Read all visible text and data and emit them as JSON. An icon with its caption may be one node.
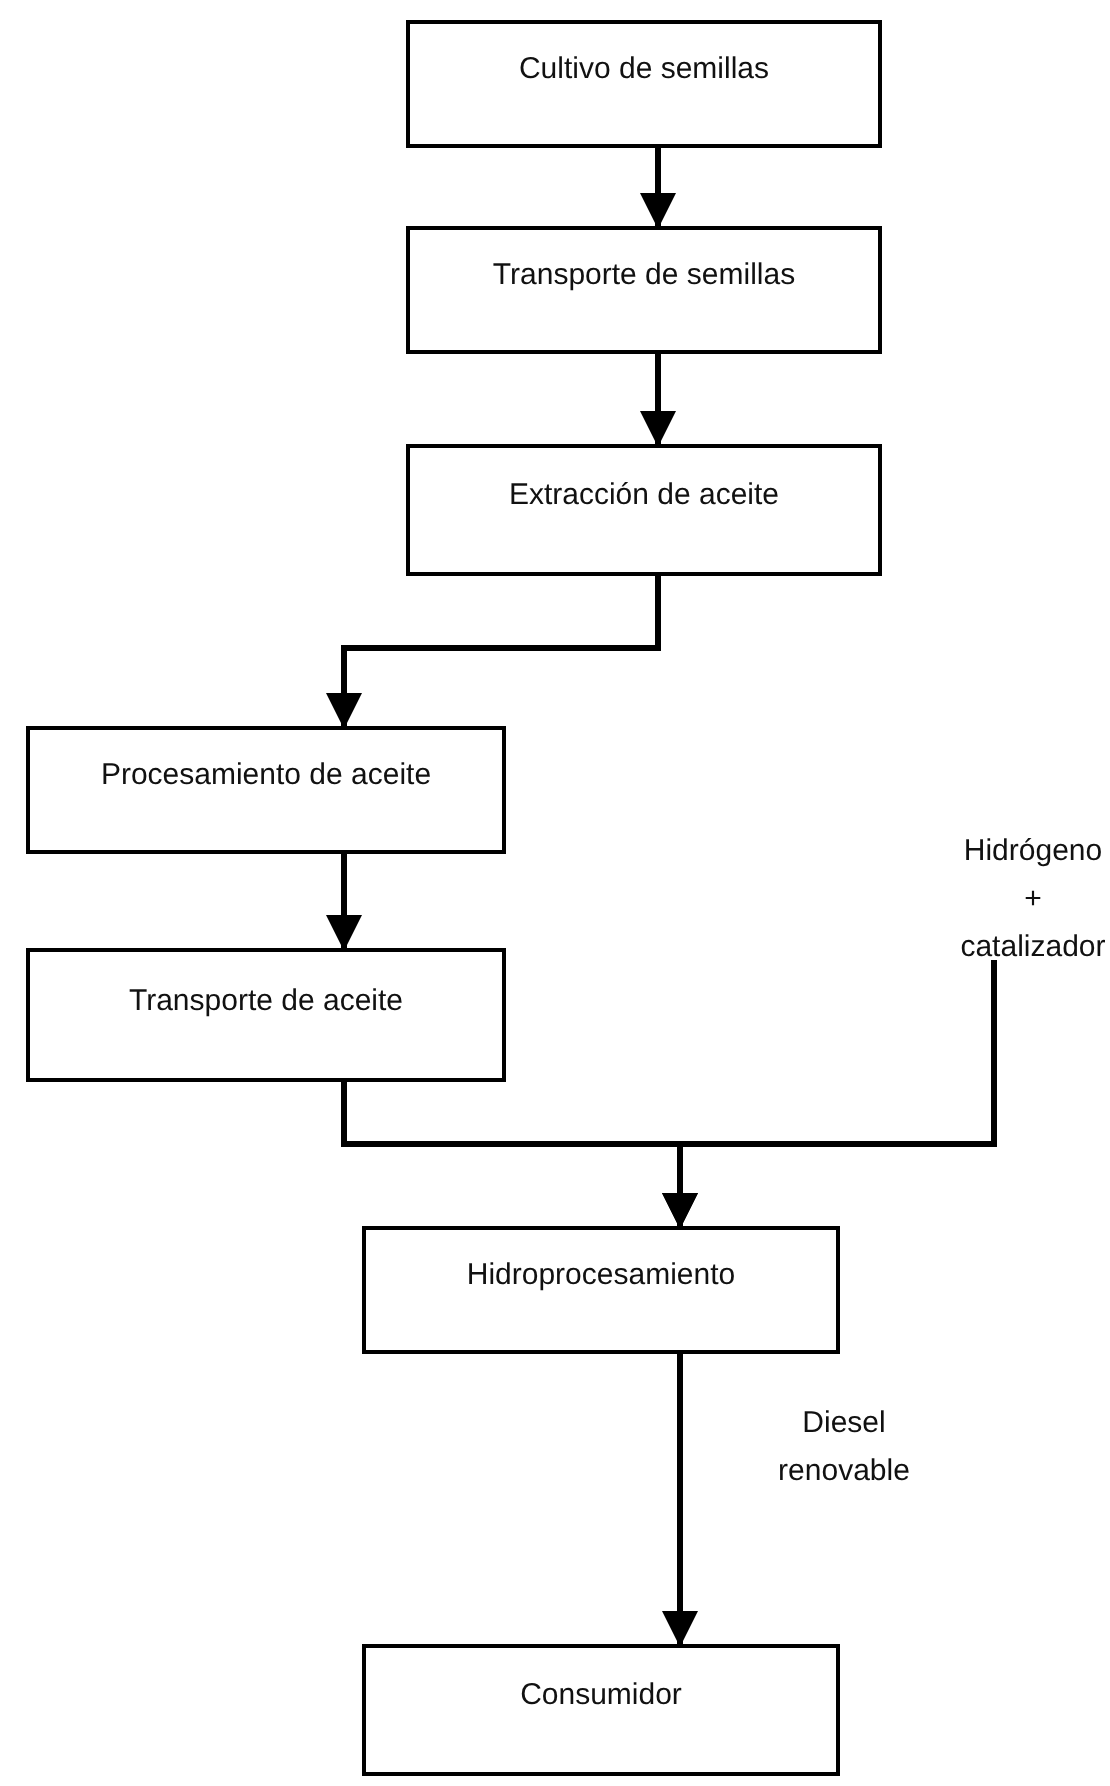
{
  "diagram": {
    "nodes": [
      {
        "text": [
          "Cultivo de semillas"
        ]
      },
      {
        "text": [
          "Transporte de semillas"
        ]
      },
      {
        "text": [
          "Extracción de aceite"
        ]
      },
      {
        "text": [
          "Procesamiento de aceite"
        ]
      },
      {
        "text": [
          "Transporte de aceite"
        ]
      },
      {
        "text": [
          "Hidrógeno + catalizador"
        ]
      },
      {
        "text": [
          "Hidroprocesamiento"
        ]
      },
      {
        "text": [
          "Consumidor"
        ]
      }
    ],
    "edges": [
      {
        "from": 0,
        "to": 1,
        "arrow": "to"
      },
      {
        "from": 1,
        "to": 2,
        "arrow": "to"
      },
      {
        "from": 2,
        "to": 3,
        "arrow": "to"
      },
      {
        "from": 3,
        "to": 4,
        "arrow": "to"
      },
      {
        "from": 4,
        "to": 6,
        "arrow": "to"
      },
      {
        "from": 5,
        "to": 6,
        "arrow": "to"
      },
      {
        "from": 6,
        "to": 7,
        "arrow": "to",
        "label": "Diesel renovable"
      }
    ]
  }
}
